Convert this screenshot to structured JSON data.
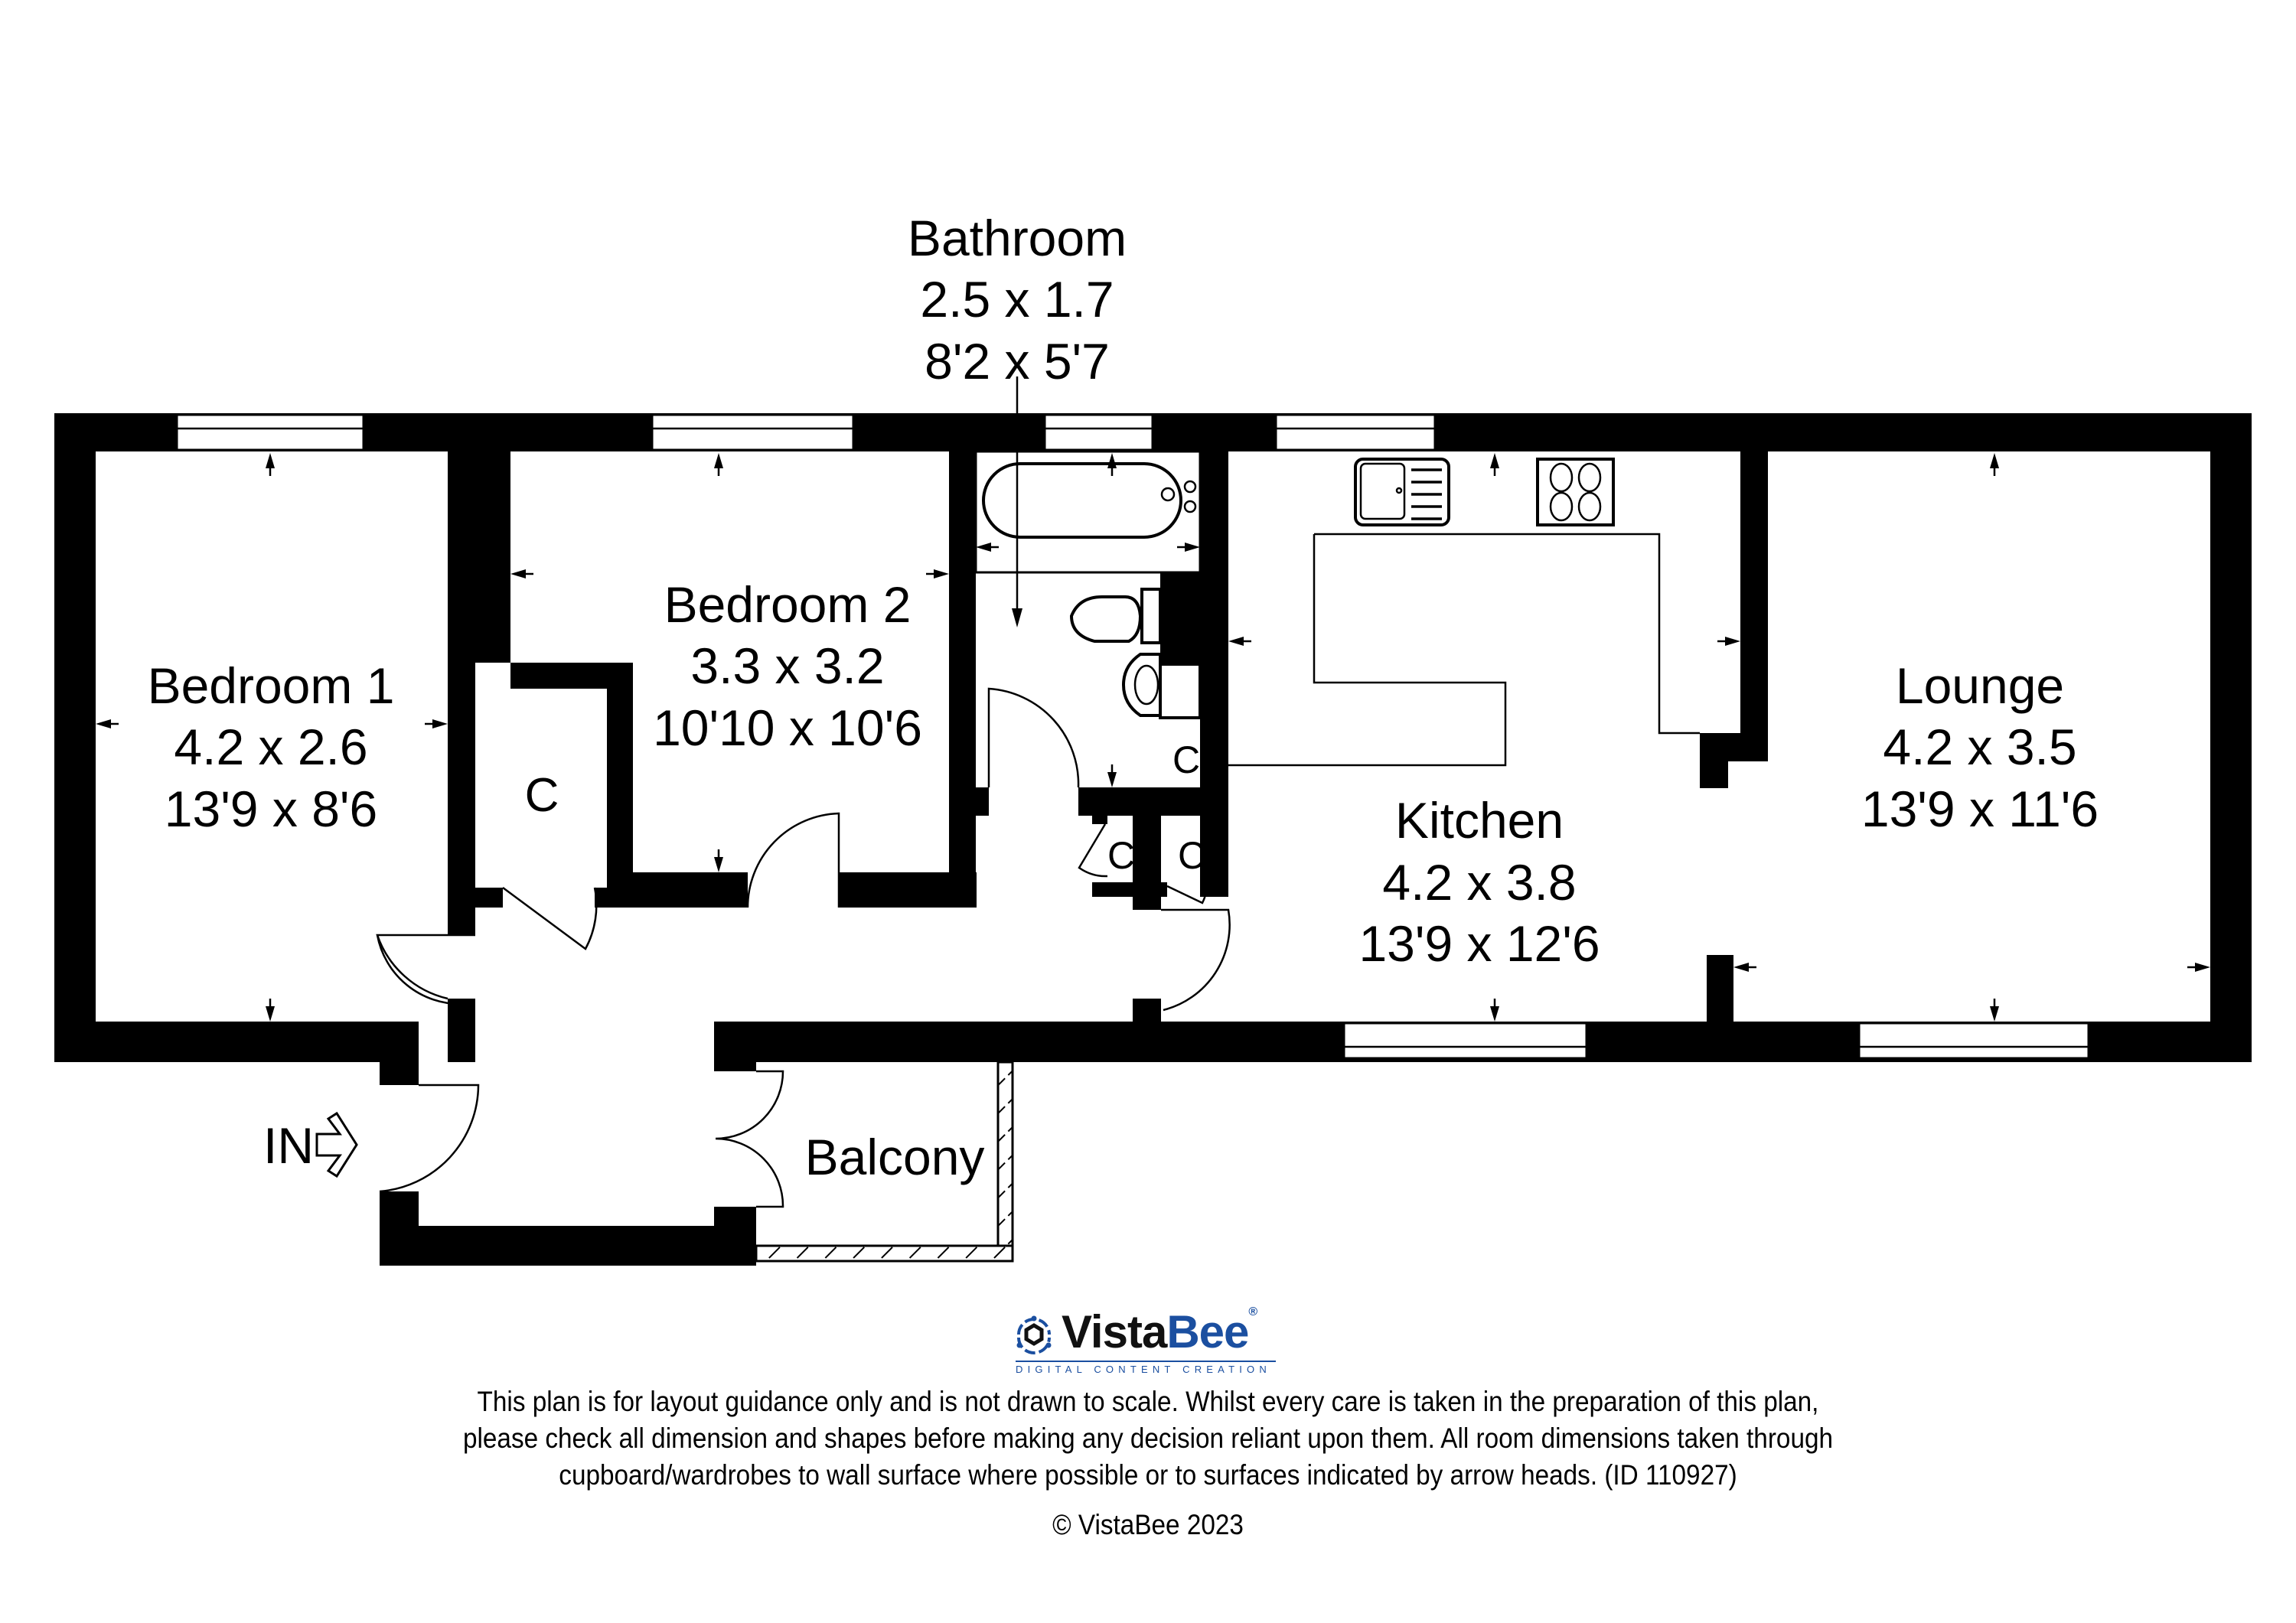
{
  "rooms": {
    "bedroom1": {
      "name": "Bedroom 1",
      "metric": "4.2 x 2.6",
      "imperial": "13'9 x 8'6"
    },
    "bedroom2": {
      "name": "Bedroom 2",
      "metric": "3.3 x 3.2",
      "imperial": "10'10 x 10'6"
    },
    "bathroom": {
      "name": "Bathroom",
      "metric": "2.5 x 1.7",
      "imperial": "8'2 x 5'7"
    },
    "kitchen": {
      "name": "Kitchen",
      "metric": "4.2 x 3.8",
      "imperial": "13'9 x 12'6"
    },
    "lounge": {
      "name": "Lounge",
      "metric": "4.2 x 3.5",
      "imperial": "13'9 x 11'6"
    },
    "balcony": {
      "name": "Balcony"
    }
  },
  "cupboards": {
    "label": "C"
  },
  "entrance": {
    "label": "IN"
  },
  "logo": {
    "brand_part1": "Vista",
    "brand_part2": "Bee",
    "registered": "®",
    "tagline": "DIGITAL CONTENT CREATION",
    "colors": {
      "primary": "#1b4fa0",
      "dark": "#111111"
    }
  },
  "disclaimer": {
    "line1": "This plan is for layout guidance only and is not drawn to scale. Whilst every care is taken in the preparation of this plan,",
    "line2": "please check all dimension and shapes before making any decision reliant upon them. All room dimensions taken through",
    "line3": "cupboard/wardrobes to wall surface where possible or to surfaces indicated by arrow heads. (ID 110927)"
  },
  "copyright": "© VistaBee 2023"
}
